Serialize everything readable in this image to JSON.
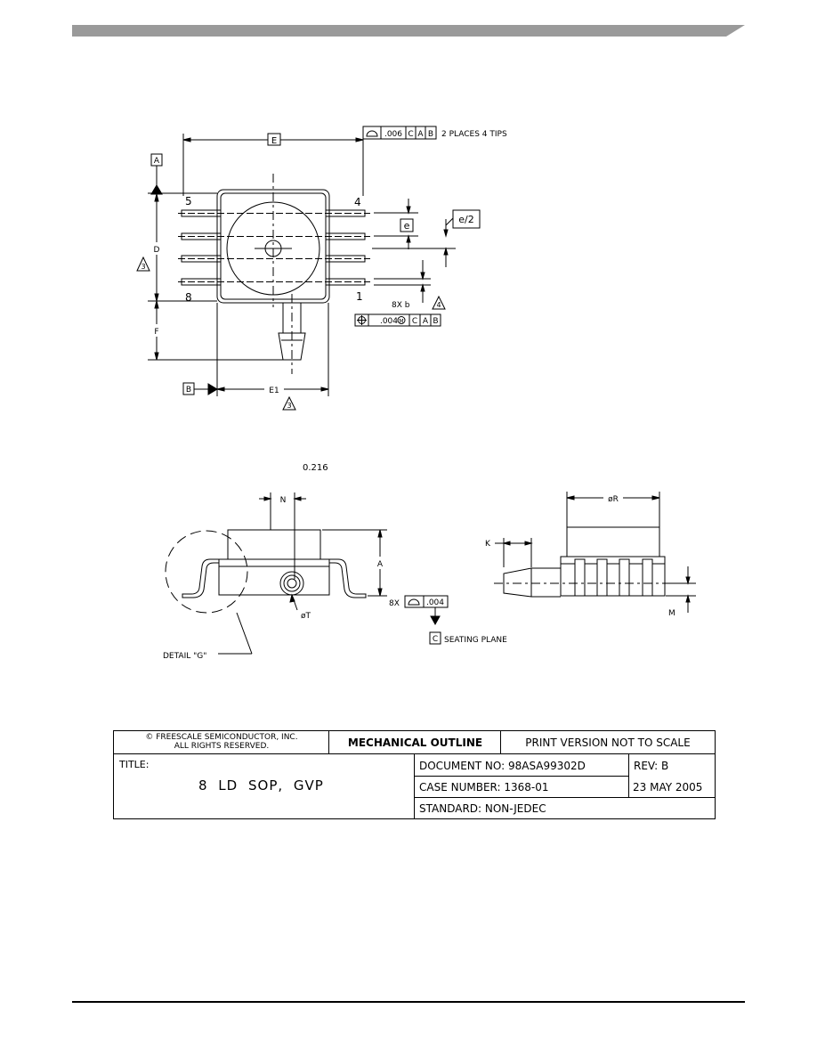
{
  "colors": {
    "header_bar": "#9a9a9a",
    "ink": "#000000"
  },
  "top_view": {
    "dim_E": "E",
    "fcf_top": {
      "tol": ".006",
      "refs": [
        "C",
        "A",
        "B"
      ]
    },
    "places_note": "2 PLACES 4 TIPS",
    "datum_A": "A",
    "datum_B": "B",
    "pin_5": "5",
    "pin_4": "4",
    "pin_8": "8",
    "pin_1": "1",
    "dim_D": "D",
    "dim_F": "F",
    "dim_E1": "E1",
    "dim_e": "e",
    "dim_e2": "e/2",
    "note3_a": "3",
    "note3_b": "3",
    "lead_width": "8X b",
    "note4": "4",
    "fcf_bottom": {
      "tol": ".004",
      "mod": "M",
      "refs": [
        "C",
        "A",
        "B"
      ]
    }
  },
  "side_view": {
    "value_0216": "0.216",
    "dim_N": "N",
    "dim_A": "A",
    "dim_T": "øT",
    "detail": "DETAIL \"G\"",
    "flatness_prefix": "8X",
    "flatness_tol": ".004",
    "datum_C": "C",
    "seating_plane": "SEATING PLANE"
  },
  "end_view": {
    "dim_R": "øR",
    "dim_K": "K",
    "dim_M": "M"
  },
  "title_block": {
    "copyright_line1": "© FREESCALE SEMICONDUCTOR, INC.",
    "copyright_line2": "ALL RIGHTS RESERVED.",
    "heading": "MECHANICAL OUTLINE",
    "print_note": "PRINT VERSION NOT TO SCALE",
    "title_label": "TITLE:",
    "title_value": "8 LD SOP, GVP",
    "document_no": "DOCUMENT NO: 98ASA99302D",
    "rev": "REV: B",
    "case_number": "CASE NUMBER: 1368-01",
    "date": "23 MAY 2005",
    "standard": "STANDARD: NON-JEDEC"
  }
}
